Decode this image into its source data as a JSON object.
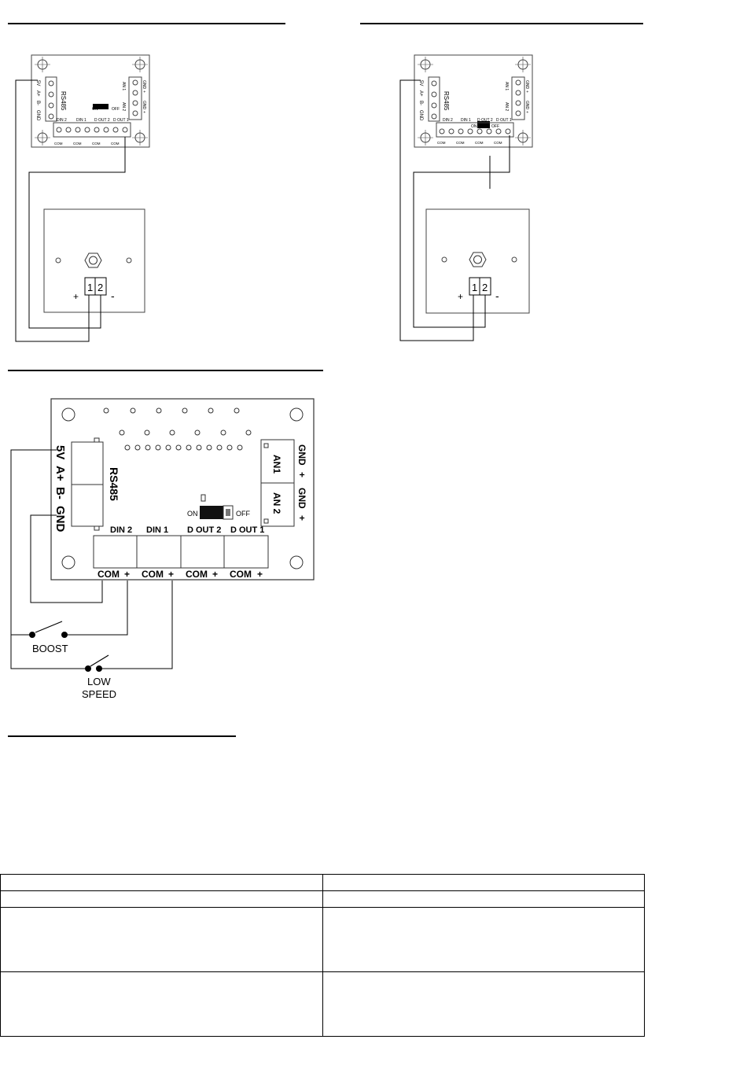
{
  "small_board": {
    "rs485_title": "RS485",
    "pin_5v": "5V",
    "pin_a": "A+",
    "pin_b": "B-",
    "pin_gnd": "GND",
    "an1": "AN 1",
    "an2": "AN 2",
    "gnd": "GND",
    "plus": "+",
    "din2": "DIN 2",
    "din1": "DIN 1",
    "dout2": "D OUT 2",
    "dout1": "D OUT 1",
    "com": "COM",
    "on": "ON",
    "off": "OFF"
  },
  "sensor": {
    "terminal_1": "1",
    "terminal_2": "2",
    "plus_sign": "+",
    "minus_sign": "-"
  },
  "large_board": {
    "rs485_title": "RS485",
    "pin_5v": "5V",
    "pin_a": "A+",
    "pin_b": "B-",
    "pin_gnd": "GND",
    "an1": "AN1",
    "an2": "AN 2",
    "gnd": "GND",
    "plus": "+",
    "din2": "DIN 2",
    "din1": "DIN 1",
    "dout2": "D OUT 2",
    "dout1": "D OUT 1",
    "com": "COM",
    "on": "ON",
    "off": "OFF"
  },
  "switches": {
    "boost": "BOOST",
    "low": "LOW",
    "speed": "SPEED"
  },
  "table": {
    "rows": 4,
    "cols": 2
  }
}
